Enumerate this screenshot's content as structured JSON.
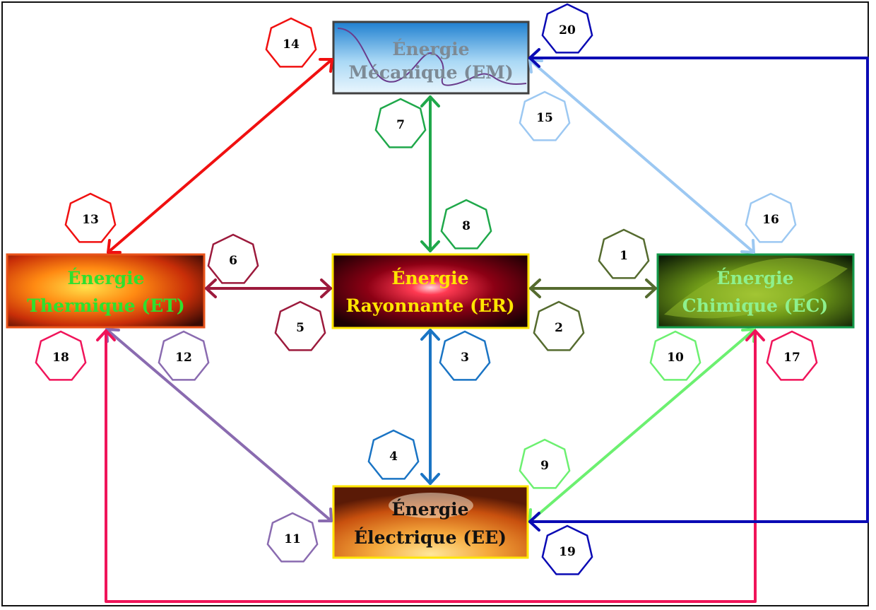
{
  "boxes": {
    "em": {
      "line1": "Énergie",
      "line2": "Mécanique (EM)"
    },
    "er": {
      "line1": "Énergie",
      "line2": "Rayonnante (ER)"
    },
    "et": {
      "line1": "Énergie",
      "line2": "Thermique (ET)"
    },
    "ec": {
      "line1": "Énergie",
      "line2": "Chimique (EC)"
    },
    "ee": {
      "line1": "Énergie",
      "line2": "Électrique (EE)"
    }
  },
  "labels": {
    "n1": "1",
    "n2": "2",
    "n3": "3",
    "n4": "4",
    "n5": "5",
    "n6": "6",
    "n7": "7",
    "n8": "8",
    "n9": "9",
    "n10": "10",
    "n11": "11",
    "n12": "12",
    "n13": "13",
    "n14": "14",
    "n15": "15",
    "n16": "16",
    "n17": "17",
    "n18": "18",
    "n19": "19",
    "n20": "20"
  },
  "colors": {
    "em_er": "#1fa84a",
    "er_ec": "#556b2f",
    "er_ee": "#1a74c4",
    "et_er": "#9c1a3c",
    "et_em": "#f01010",
    "em_ec": "#9cc8f2",
    "ec_ee": "#6cf070",
    "et_ee": "#8a6bb0",
    "ec_et": "#f0145a",
    "ee_em": "#0a0ab4"
  }
}
